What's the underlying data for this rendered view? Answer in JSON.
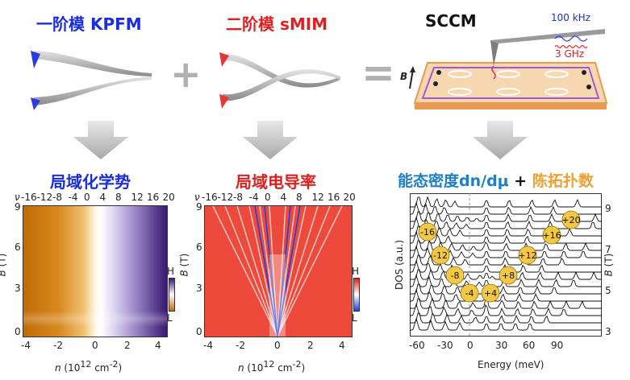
{
  "titles": {
    "kpfm_prefix": "一阶模",
    "kpfm_name": "KPFM",
    "smim_prefix": "二阶模",
    "smim_name": "sMIM",
    "sccm": "SCCM",
    "freq_low": "100 kHz",
    "freq_high": "3 GHz",
    "b_label": "B",
    "plus": "+",
    "equals": "="
  },
  "subtitles": {
    "left": "局域化学势",
    "middle": "局域电导率",
    "right_a": "能态密度",
    "right_b": "dn/dμ",
    "right_plus": "+",
    "right_c": "陈拓扑数"
  },
  "colors": {
    "blue_title": "#1a2ee0",
    "red_title": "#e02020",
    "right_blue": "#1d7fc9",
    "right_orange": "#f0a030",
    "kpfm_low": "#c8780a",
    "kpfm_high": "#3a1870",
    "smim_bg": "#ee4a3c"
  },
  "panel_left": {
    "nu_label": "ν",
    "nu_ticks": [
      "-16",
      "-12",
      "-8",
      "-4",
      "0",
      "4",
      "8",
      "12",
      "16",
      "20"
    ],
    "y_ticks": [
      "0",
      "3",
      "6",
      "9"
    ],
    "x_ticks": [
      "-4",
      "-2",
      "0",
      "2",
      "4"
    ],
    "ylabel_var": "B",
    "ylabel_unit": " (T)",
    "xlabel_var": "n",
    "xlabel_unit": " (10",
    "xlabel_exp": "12",
    "xlabel_tail": " cm",
    "xlabel_exp2": "-2",
    "xlabel_close": ")",
    "colorbar_high": "H",
    "colorbar_low": "L"
  },
  "panel_middle": {
    "nu_label": "ν",
    "nu_ticks": [
      "-16",
      "-12",
      "-8",
      "-4",
      "0",
      "4",
      "8",
      "12",
      "16",
      "20"
    ],
    "y_ticks": [
      "0",
      "3",
      "6",
      "9"
    ],
    "x_ticks": [
      "-4",
      "-2",
      "0",
      "2",
      "4"
    ],
    "ylabel_var": "B",
    "ylabel_unit": " (T)",
    "xlabel_var": "n",
    "xlabel_unit": " (10",
    "xlabel_exp": "12",
    "xlabel_tail": " cm",
    "xlabel_exp2": "-2",
    "xlabel_close": ")",
    "colorbar_high": "H",
    "colorbar_low": "L"
  },
  "panel_right": {
    "ylabel": "DOS (a.u.)",
    "xlabel": "Energy (meV)",
    "x_ticks": [
      "-60",
      "-30",
      "0",
      "30",
      "60",
      "90"
    ],
    "right_ticks": [
      "9",
      "7",
      "5",
      "3"
    ],
    "right_label_var": "B",
    "right_label_unit": " (T)",
    "chern_labels": [
      "-16",
      "-12",
      "-8",
      "-4",
      "+4",
      "+8",
      "+12",
      "+16",
      "+20"
    ]
  }
}
